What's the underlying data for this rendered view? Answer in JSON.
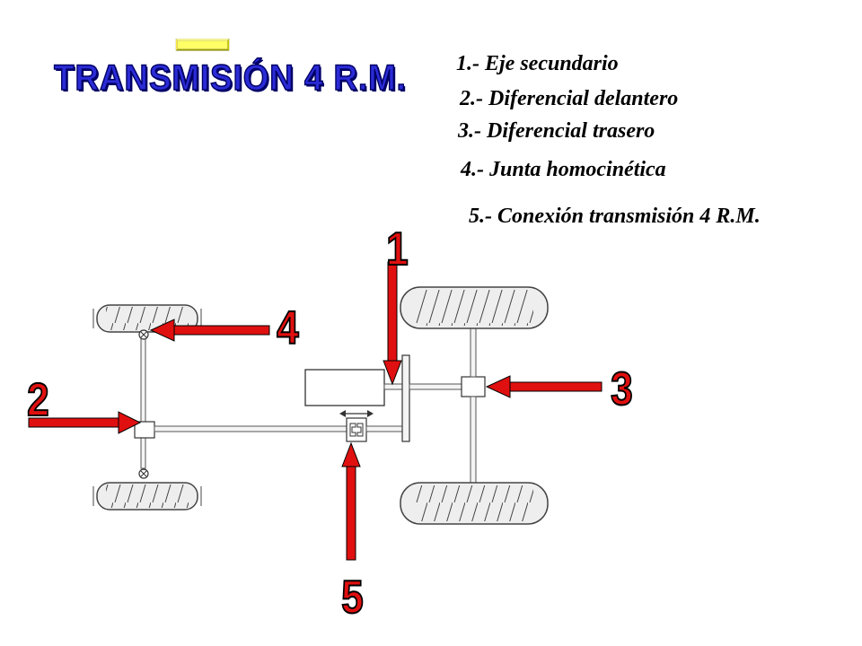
{
  "title": "TRANSMISIÓN 4 R.M.",
  "legend": [
    "1.- Eje secundario",
    "2.- Diferencial delantero",
    "3.- Diferencial trasero",
    "4.- Junta homocinética",
    "5.- Conexión transmisión 4 R.M."
  ],
  "callouts": {
    "n1": "1",
    "n2": "2",
    "n3": "3",
    "n4": "4",
    "n5": "5"
  },
  "colors": {
    "title_box": "#ffff66",
    "title_text": "#2b2bd6",
    "arrow": "#e01010",
    "tire": "#e8e8e8"
  }
}
